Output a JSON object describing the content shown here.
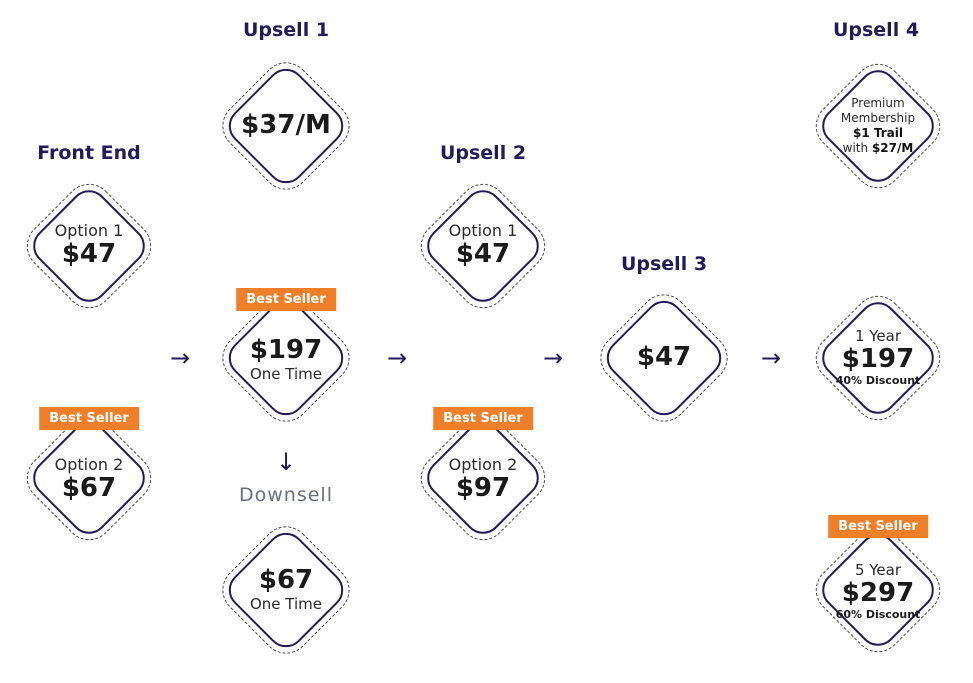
{
  "headings": {
    "front_end": "Front End",
    "upsell1": "Upsell 1",
    "upsell2": "Upsell 2",
    "upsell3": "Upsell 3",
    "upsell4": "Upsell 4",
    "downsell": "Downsell"
  },
  "badge_label": "Best Seller",
  "front_end": {
    "option1": {
      "label": "Option 1",
      "price": "$47"
    },
    "option2": {
      "label": "Option 2",
      "price": "$67"
    }
  },
  "upsell1": {
    "top": {
      "price": "$37/M"
    },
    "main": {
      "price": "$197",
      "sub": "One Time"
    },
    "downsell": {
      "price": "$67",
      "sub": "One Time"
    }
  },
  "upsell2": {
    "option1": {
      "label": "Option 1",
      "price": "$47"
    },
    "option2": {
      "label": "Option 2",
      "price": "$97"
    }
  },
  "upsell3": {
    "price": "$47"
  },
  "upsell4": {
    "membership": {
      "line1": "Premium",
      "line2": "Membership",
      "trial": "$1 Trail",
      "with": "with",
      "monthly": "$27/M"
    },
    "year1": {
      "label": "1 Year",
      "price": "$197",
      "discount": "40% Discount"
    },
    "year5": {
      "label": "5 Year",
      "price": "$297",
      "discount": "60% Discount"
    }
  },
  "arrows": {
    "right": "→",
    "down": "↓"
  },
  "colors": {
    "navy": "#231a5c",
    "badge": "#f07f2a"
  }
}
